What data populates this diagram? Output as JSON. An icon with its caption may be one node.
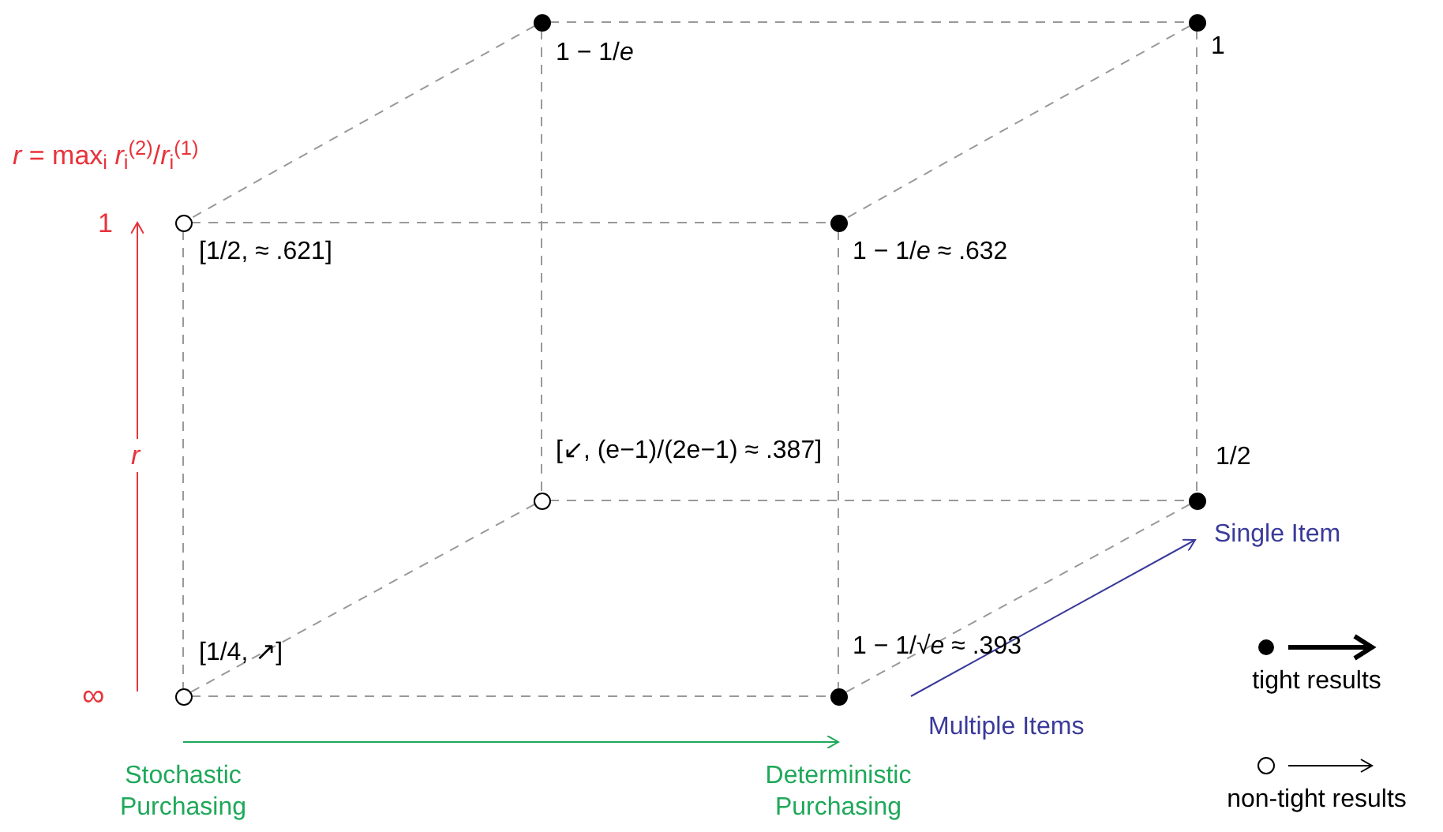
{
  "diagram": {
    "nodes": [
      {
        "text": [],
        "shape": "dot",
        "beside": [
          "1 − 1/*e*"
        ]
      },
      {
        "text": [],
        "shape": "dot",
        "beside": [
          "1"
        ]
      },
      {
        "text": [],
        "shape": "circle",
        "beside": [
          "[1/2, ≈ .621]"
        ]
      },
      {
        "text": [],
        "shape": "dot",
        "beside": [
          "1 − 1/*e* ≈ .632"
        ]
      },
      {
        "text": [],
        "shape": "circle",
        "beside": [
          "[↙, (e−1)/(2e−1) ≈ .387]"
        ]
      },
      {
        "text": [],
        "shape": "dot",
        "beside": [
          "1/2"
        ]
      },
      {
        "text": [],
        "shape": "circle",
        "beside": [
          "[1/4, ↗]"
        ]
      },
      {
        "text": [],
        "shape": "dot",
        "beside": [
          "1 − 1/√*e* ≈ .393"
        ]
      }
    ],
    "edges": [
      {
        "from": 0,
        "to": 1,
        "arrow": "none",
        "style": "dashed"
      },
      {
        "from": 0,
        "to": 2,
        "arrow": "none",
        "style": "dashed"
      },
      {
        "from": 1,
        "to": 3,
        "arrow": "none",
        "style": "dashed"
      },
      {
        "from": 0,
        "to": 4,
        "arrow": "none",
        "style": "dashed"
      },
      {
        "from": 1,
        "to": 5,
        "arrow": "none",
        "style": "dashed"
      },
      {
        "from": 2,
        "to": 3,
        "arrow": "none",
        "style": "dashed"
      },
      {
        "from": 2,
        "to": 6,
        "arrow": "none",
        "style": "dashed"
      },
      {
        "from": 3,
        "to": 7,
        "arrow": "none",
        "style": "dashed"
      },
      {
        "from": 4,
        "to": 5,
        "arrow": "none",
        "style": "dashed"
      },
      {
        "from": 4,
        "to": 6,
        "arrow": "none",
        "style": "dashed"
      },
      {
        "from": 5,
        "to": 7,
        "arrow": "none",
        "style": "dashed"
      },
      {
        "from": 6,
        "to": 7,
        "arrow": "none",
        "style": "dashed"
      }
    ],
    "labels": [
      "*r* = max$_{i}$ *r*$_{i}$$^{(2)}$/*r*$_{i}$$^{(1)}$",
      "1",
      "*r*",
      "∞",
      "Single Item",
      "Multiple Items",
      "Stochastic Purchasing",
      "Deterministic Purchasing"
    ],
    "legend": [
      {
        "text": "tight results"
      },
      {
        "text": "non-tight results"
      }
    ]
  }
}
